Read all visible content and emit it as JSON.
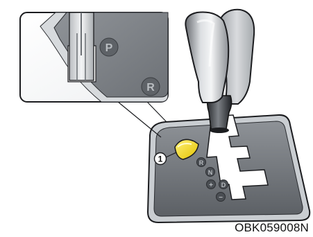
{
  "figure": {
    "code": "OBK059008N",
    "callout_number": "1",
    "inset_letters": [
      "P",
      "R"
    ],
    "console_marks": [
      "R",
      "N",
      "+",
      "D",
      "−"
    ]
  }
}
